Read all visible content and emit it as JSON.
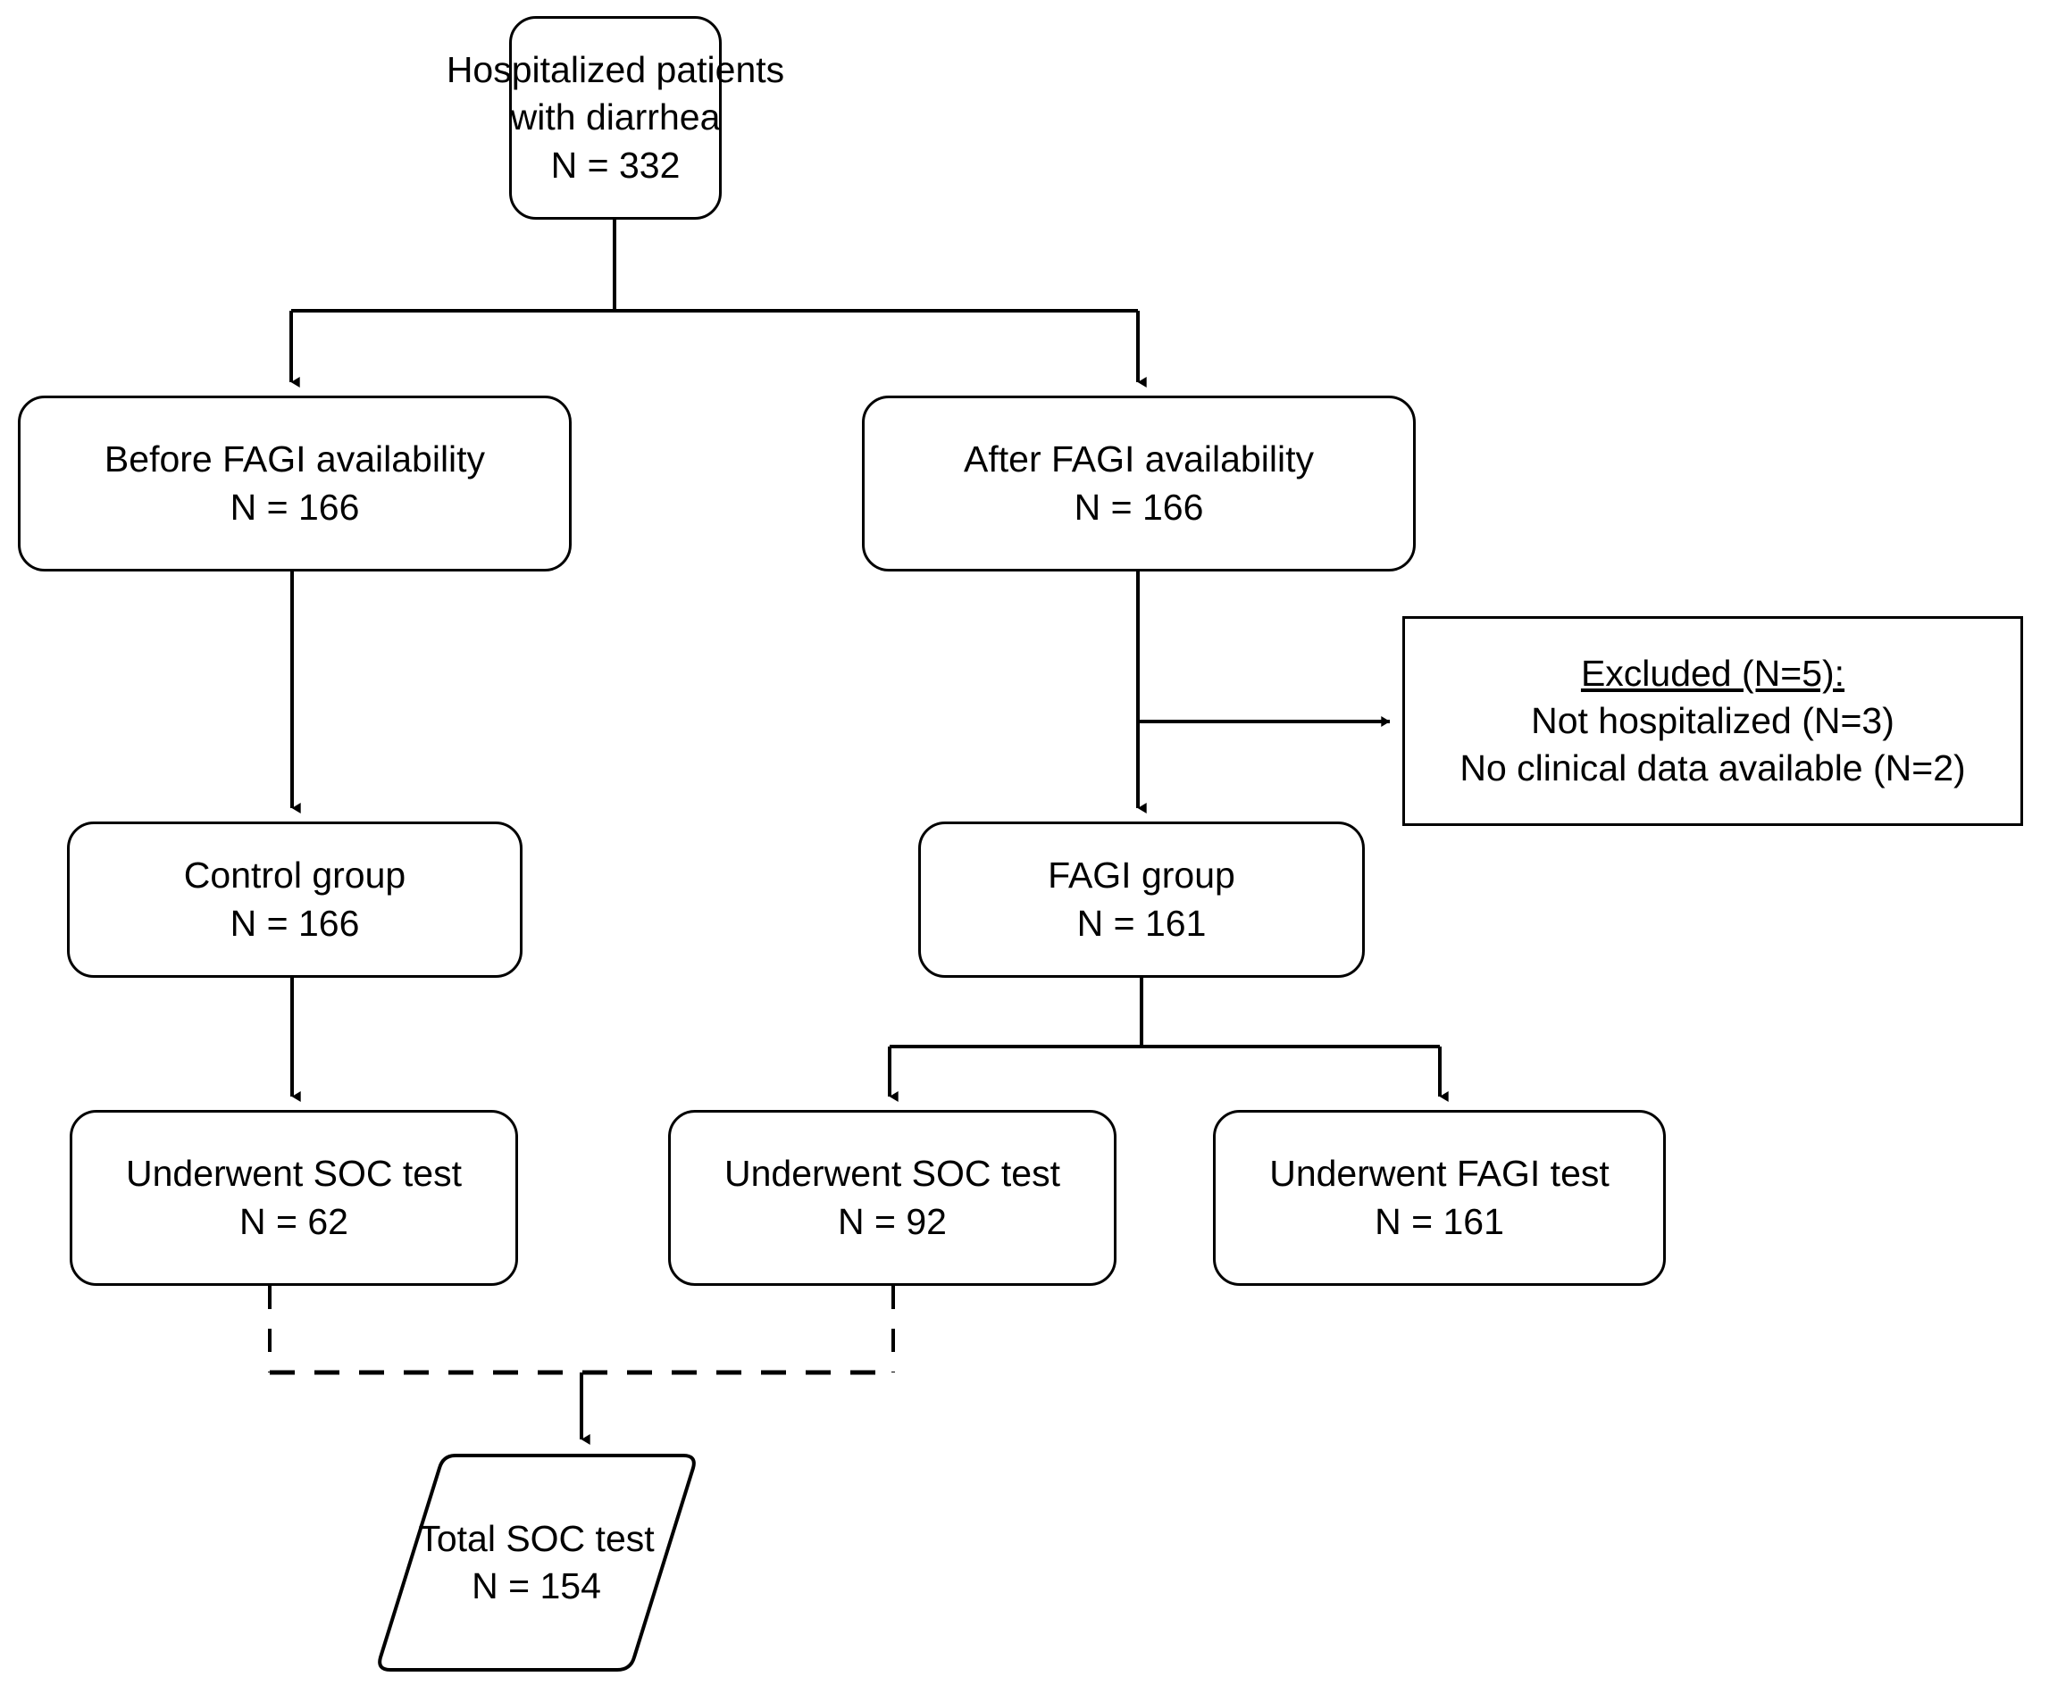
{
  "diagram": {
    "title": "Study flow diagram",
    "type": "flowchart",
    "stroke_color": "#000000",
    "fill_color": "#ffffff",
    "text_color": "#000000"
  },
  "nodes": {
    "root": {
      "shape": "rounded-rect",
      "line1": "Hospitalized patients",
      "line2": "with diarrhea",
      "line3": "N = 332"
    },
    "before_fagi": {
      "shape": "rounded-rect",
      "line1": "Before FAGI availability",
      "line2": "N = 166"
    },
    "after_fagi": {
      "shape": "rounded-rect",
      "line1": "After FAGI availability",
      "line2": "N = 166"
    },
    "excluded": {
      "shape": "rect",
      "line1": "Excluded (N=5):",
      "line2": "Not hospitalized (N=3)",
      "line3": "No clinical data available (N=2)"
    },
    "control_group": {
      "shape": "rounded-rect",
      "line1": "Control group",
      "line2": "N = 166"
    },
    "fagi_group": {
      "shape": "rounded-rect",
      "line1": "FAGI group",
      "line2": "N = 161"
    },
    "control_soc": {
      "shape": "rounded-rect",
      "line1": "Underwent SOC test",
      "line2": "N = 62"
    },
    "fagi_soc": {
      "shape": "rounded-rect",
      "line1": "Underwent SOC test",
      "line2": "N = 92"
    },
    "fagi_test": {
      "shape": "rounded-rect",
      "line1": "Underwent FAGI test",
      "line2": "N = 161"
    },
    "total_soc": {
      "shape": "parallelogram",
      "line1": "Total SOC test",
      "line2": "N = 154"
    }
  },
  "chart_data": {
    "type": "flow",
    "title": "Patient enrollment flow",
    "nodes": [
      {
        "id": "root",
        "label": "Hospitalized patients with diarrhea",
        "n": 332
      },
      {
        "id": "before_fagi",
        "label": "Before FAGI availability",
        "n": 166
      },
      {
        "id": "after_fagi",
        "label": "After FAGI availability",
        "n": 166
      },
      {
        "id": "excluded",
        "label": "Excluded",
        "n": 5
      },
      {
        "id": "excluded_not_hosp",
        "label": "Not hospitalized",
        "n": 3
      },
      {
        "id": "excluded_no_data",
        "label": "No clinical data available",
        "n": 2
      },
      {
        "id": "control_group",
        "label": "Control group",
        "n": 166
      },
      {
        "id": "fagi_group",
        "label": "FAGI group",
        "n": 161
      },
      {
        "id": "control_soc",
        "label": "Underwent SOC test",
        "n": 62
      },
      {
        "id": "fagi_soc",
        "label": "Underwent SOC test",
        "n": 92
      },
      {
        "id": "fagi_test",
        "label": "Underwent FAGI test",
        "n": 161
      },
      {
        "id": "total_soc",
        "label": "Total SOC test",
        "n": 154
      }
    ],
    "edges": [
      {
        "from": "root",
        "to": "before_fagi",
        "style": "solid"
      },
      {
        "from": "root",
        "to": "after_fagi",
        "style": "solid"
      },
      {
        "from": "after_fagi",
        "to": "excluded",
        "style": "solid"
      },
      {
        "from": "before_fagi",
        "to": "control_group",
        "style": "solid"
      },
      {
        "from": "after_fagi",
        "to": "fagi_group",
        "style": "solid"
      },
      {
        "from": "control_group",
        "to": "control_soc",
        "style": "solid"
      },
      {
        "from": "fagi_group",
        "to": "fagi_soc",
        "style": "solid"
      },
      {
        "from": "fagi_group",
        "to": "fagi_test",
        "style": "solid"
      },
      {
        "from": "control_soc",
        "to": "total_soc",
        "style": "dashed"
      },
      {
        "from": "fagi_soc",
        "to": "total_soc",
        "style": "dashed"
      }
    ]
  }
}
